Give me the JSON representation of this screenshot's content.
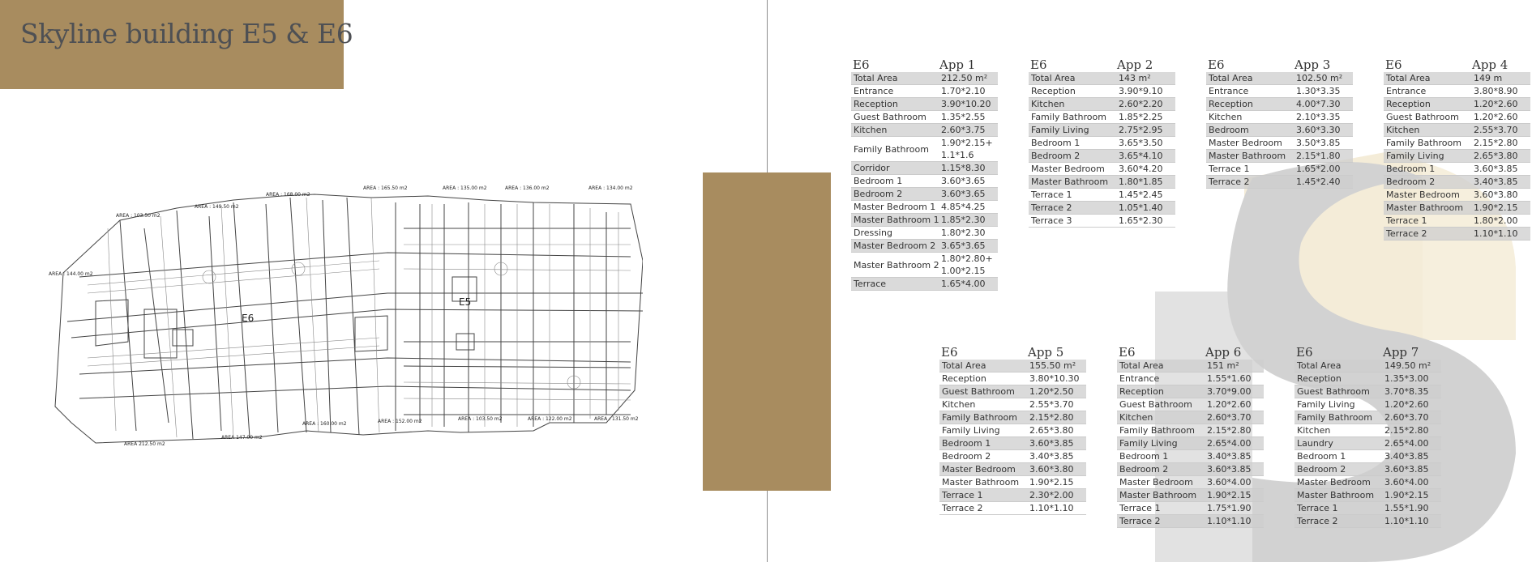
{
  "page": {
    "title": "Skyline building E5 & E6",
    "colors": {
      "gold": "#a88c5f",
      "text": "#4e5054",
      "shade": "#cdcdcd",
      "watermark": "#f3ead5"
    }
  },
  "floorplan": {
    "building_labels": [
      "E6",
      "E5"
    ],
    "area_labels": [
      "AREA : 165.50 m2",
      "AREA : 135.00 m2",
      "AREA : 136.00 m2",
      "AREA : 134.00 m2",
      "AREA : 168.00 m2",
      "AREA : 149.50 m2",
      "AREA : 103.50 m2",
      "AREA : 144.00 m2",
      "AREA : 160.00 m2",
      "AREA : 152.00 m2",
      "AREA : 103.50 m2",
      "AREA : 122.00 m2",
      "AREA : 131.50 m2",
      "AREA 147.00 m2",
      "AREA 212.50 m2"
    ]
  },
  "tables": [
    {
      "building": "E6",
      "apartment": "App 1",
      "rows": [
        [
          "Total Area",
          "212.50 m²"
        ],
        [
          "Entrance",
          "1.70*2.10"
        ],
        [
          "Reception",
          "3.90*10.20"
        ],
        [
          "Guest Bathroom",
          "1.35*2.55"
        ],
        [
          "Kitchen",
          "2.60*3.75"
        ],
        [
          "Family Bathroom",
          "1.90*2.15+\n1.1*1.6"
        ],
        [
          "Corridor",
          "1.15*8.30"
        ],
        [
          "Bedroom 1",
          "3.60*3.65"
        ],
        [
          "Bedroom 2",
          "3.60*3.65"
        ],
        [
          "Master Bedroom 1",
          "4.85*4.25"
        ],
        [
          "Master Bathroom 1",
          "1.85*2.30"
        ],
        [
          "Dressing",
          "1.80*2.30"
        ],
        [
          "Master Bedroom 2",
          "3.65*3.65"
        ],
        [
          "Master Bathroom 2",
          "1.80*2.80+\n1.00*2.15"
        ],
        [
          "Terrace",
          "1.65*4.00"
        ]
      ]
    },
    {
      "building": "E6",
      "apartment": "App 2",
      "rows": [
        [
          "Total Area",
          "143 m²"
        ],
        [
          "Reception",
          "3.90*9.10"
        ],
        [
          "Kitchen",
          "2.60*2.20"
        ],
        [
          "Family Bathroom",
          "1.85*2.25"
        ],
        [
          "Family Living",
          "2.75*2.95"
        ],
        [
          "Bedroom 1",
          "3.65*3.50"
        ],
        [
          "Bedroom 2",
          "3.65*4.10"
        ],
        [
          "Master Bedroom",
          "3.60*4.20"
        ],
        [
          "Master Bathroom",
          "1.80*1.85"
        ],
        [
          "Terrace 1",
          "1.45*2.45"
        ],
        [
          "Terrace 2",
          "1.05*1.40"
        ],
        [
          "Terrace 3",
          "1.65*2.30"
        ]
      ]
    },
    {
      "building": "E6",
      "apartment": "App 3",
      "rows": [
        [
          "Total Area",
          "102.50 m²"
        ],
        [
          "Entrance",
          "1.30*3.35"
        ],
        [
          "Reception",
          "4.00*7.30"
        ],
        [
          "Kitchen",
          "2.10*3.35"
        ],
        [
          "Bedroom",
          "3.60*3.30"
        ],
        [
          "Master Bedroom",
          "3.50*3.85"
        ],
        [
          "Master Bathroom",
          "2.15*1.80"
        ],
        [
          "Terrace 1",
          "1.65*2.00"
        ],
        [
          "Terrace 2",
          "1.45*2.40"
        ]
      ]
    },
    {
      "building": "E6",
      "apartment": "App 4",
      "rows": [
        [
          "Total Area",
          "149 m"
        ],
        [
          "Entrance",
          "3.80*8.90"
        ],
        [
          "Reception",
          "1.20*2.60"
        ],
        [
          "Guest Bathroom",
          "1.20*2.60"
        ],
        [
          "Kitchen",
          "2.55*3.70"
        ],
        [
          "Family Bathroom",
          "2.15*2.80"
        ],
        [
          "Family Living",
          "2.65*3.80"
        ],
        [
          "Bedroom 1",
          "3.60*3.85"
        ],
        [
          "Bedroom 2",
          "3.40*3.85"
        ],
        [
          "Master Bedroom",
          "3.60*3.80"
        ],
        [
          "Master Bathroom",
          "1.90*2.15"
        ],
        [
          "Terrace 1",
          "1.80*2.00"
        ],
        [
          "Terrace 2",
          "1.10*1.10"
        ]
      ]
    },
    {
      "building": "E6",
      "apartment": "App 5",
      "rows": [
        [
          "Total Area",
          "155.50 m²"
        ],
        [
          "Reception",
          "3.80*10.30"
        ],
        [
          "Guest Bathroom",
          "1.20*2.50"
        ],
        [
          "Kitchen",
          "2.55*3.70"
        ],
        [
          "Family Bathroom",
          "2.15*2.80"
        ],
        [
          "Family Living",
          "2.65*3.80"
        ],
        [
          "Bedroom 1",
          "3.60*3.85"
        ],
        [
          "Bedroom 2",
          "3.40*3.85"
        ],
        [
          "Master Bedroom",
          "3.60*3.80"
        ],
        [
          "Master Bathroom",
          "1.90*2.15"
        ],
        [
          "Terrace 1",
          "2.30*2.00"
        ],
        [
          "Terrace 2",
          "1.10*1.10"
        ]
      ]
    },
    {
      "building": "E6",
      "apartment": "App 6",
      "rows": [
        [
          "Total Area",
          "151 m²"
        ],
        [
          "Entrance",
          "1.55*1.60"
        ],
        [
          "Reception",
          "3.70*9.00"
        ],
        [
          "Guest Bathroom",
          "1.20*2.60"
        ],
        [
          "Kitchen",
          "2.60*3.70"
        ],
        [
          "Family Bathroom",
          "2.15*2.80"
        ],
        [
          "Family Living",
          "2.65*4.00"
        ],
        [
          "Bedroom 1",
          "3.40*3.85"
        ],
        [
          "Bedroom 2",
          "3.60*3.85"
        ],
        [
          "Master Bedroom",
          "3.60*4.00"
        ],
        [
          "Master Bathroom",
          "1.90*2.15"
        ],
        [
          "Terrace 1",
          "1.75*1.90"
        ],
        [
          "Terrace 2",
          "1.10*1.10"
        ]
      ]
    },
    {
      "building": "E6",
      "apartment": "App 7",
      "rows": [
        [
          "Total Area",
          "149.50 m²"
        ],
        [
          "Reception",
          "1.35*3.00"
        ],
        [
          "Guest Bathroom",
          "3.70*8.35"
        ],
        [
          "Family Living",
          "1.20*2.60"
        ],
        [
          "Family Bathroom",
          "2.60*3.70"
        ],
        [
          "Kitchen",
          "2.15*2.80"
        ],
        [
          "Laundry",
          "2.65*4.00"
        ],
        [
          "Bedroom 1",
          "3.40*3.85"
        ],
        [
          "Bedroom 2",
          "3.60*3.85"
        ],
        [
          "Master Bedroom",
          "3.60*4.00"
        ],
        [
          "Master Bathroom",
          "1.90*2.15"
        ],
        [
          "Terrace 1",
          "1.55*1.90"
        ],
        [
          "Terrace 2",
          "1.10*1.10"
        ]
      ]
    }
  ]
}
